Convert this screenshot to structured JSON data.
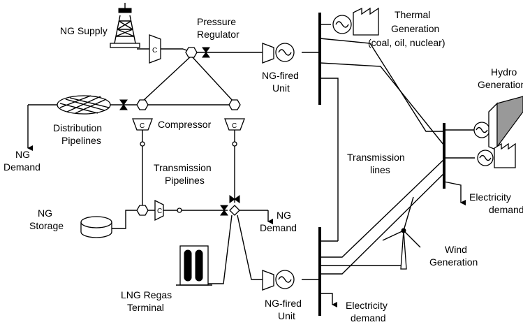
{
  "labels": {
    "ng_supply": "NG Supply",
    "pressure_regulator": [
      "Pressure",
      "Regulator"
    ],
    "thermal_generation": [
      "Thermal",
      "Generation",
      "(coal, oil, nuclear)"
    ],
    "hydro_generation": [
      "Hydro",
      "Generation"
    ],
    "ng_fired_unit_top": [
      "NG-fired",
      "Unit"
    ],
    "distribution_pipelines": [
      "Distribution",
      "Pipelines"
    ],
    "compressor": "Compressor",
    "ng_demand_left": [
      "NG",
      "Demand"
    ],
    "transmission_pipelines": [
      "Transmission",
      "Pipelines"
    ],
    "transmission_lines": [
      "Transmission",
      "lines"
    ],
    "electricity_demand_right": [
      "Electricity",
      "demand"
    ],
    "ng_storage": [
      "NG",
      "Storage"
    ],
    "ng_demand_center": [
      "NG",
      "Demand"
    ],
    "wind_generation": [
      "Wind",
      "Generation"
    ],
    "lng_regas_terminal": [
      "LNG Regas",
      "Terminal"
    ],
    "ng_fired_unit_bottom": [
      "NG-fired",
      "Unit"
    ],
    "electricity_demand_bottom": [
      "Electricity",
      "demand"
    ],
    "compressor_symbol": "C"
  }
}
